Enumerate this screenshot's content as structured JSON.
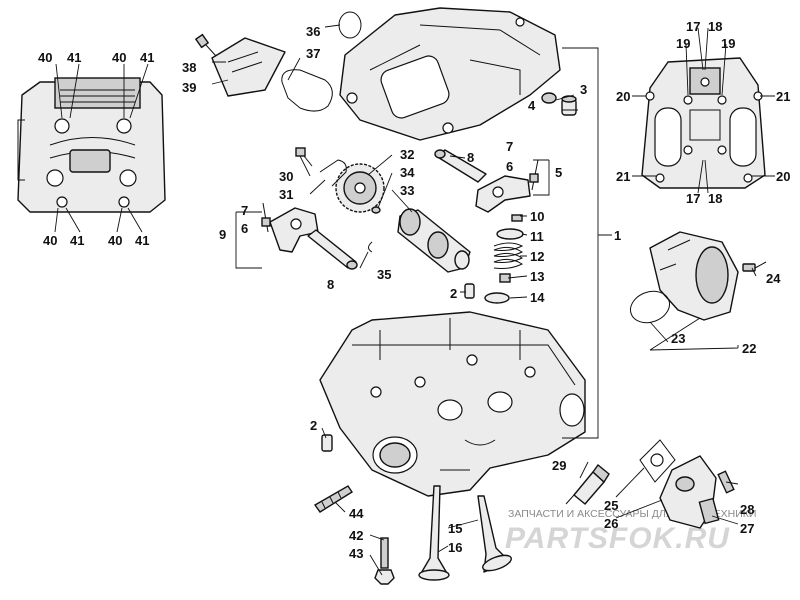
{
  "callouts": {
    "n1": "1",
    "n2a": "2",
    "n2b": "2",
    "n3": "3",
    "n4": "4",
    "n5": "5",
    "n6a": "6",
    "n6b": "6",
    "n7a": "7",
    "n7b": "7",
    "n8a": "8",
    "n8b": "8",
    "n9": "9",
    "n10": "10",
    "n11": "11",
    "n12": "12",
    "n13": "13",
    "n14": "14",
    "n15": "15",
    "n16": "16",
    "n17a": "17",
    "n18a": "18",
    "n17b": "17",
    "n18b": "18",
    "n19a": "19",
    "n19b": "19",
    "n20a": "20",
    "n20b": "20",
    "n21a": "21",
    "n21b": "21",
    "n22": "22",
    "n23": "23",
    "n24": "24",
    "n25": "25",
    "n26": "26",
    "n27": "27",
    "n28": "28",
    "n29": "29",
    "n30": "30",
    "n31": "31",
    "n32": "32",
    "n33": "33",
    "n34": "34",
    "n35": "35",
    "n36": "36",
    "n37": "37",
    "n38": "38",
    "n39": "39",
    "n40a": "40",
    "n41a": "41",
    "n40b": "40",
    "n41b": "41",
    "n40c": "40",
    "n41c": "41",
    "n40d": "40",
    "n41d": "41",
    "n42": "42",
    "n43": "43",
    "n44": "44"
  },
  "watermark": {
    "text": "ЗАПЧАСТИ И АКСЕССУАРЫ ДЛЯ МОТОТЕХНИКИ",
    "logo": "PARTSFOK.RU"
  },
  "colors": {
    "ink": "#111111",
    "part_fill": "#ececec",
    "watermark": "#8a8a8a"
  }
}
